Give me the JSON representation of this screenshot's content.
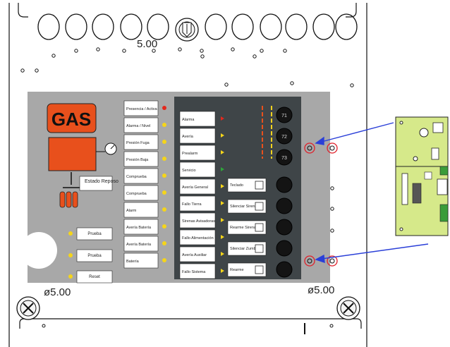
{
  "enclosure": {
    "dim_top": "5.00",
    "dim_bottom_left": "ø5.00",
    "dim_bottom_right": "ø5.00"
  },
  "panel": {
    "gas_label": "GAS",
    "gas_valve_label": "Estado Reposo",
    "left_buttons": [
      "Prueba",
      "Prueba",
      "Reset"
    ],
    "status_rows": [
      {
        "label": "Presencia / Activa",
        "led": "red"
      },
      {
        "label": "Alarma / Nivel",
        "led": "yellow"
      },
      {
        "label": "Presión Fuga",
        "led": "yellow"
      },
      {
        "label": "Presión Baja",
        "led": "yellow"
      },
      {
        "label": "Comprueba",
        "led": "yellow"
      },
      {
        "label": "Comprueba",
        "led": "yellow"
      },
      {
        "label": "Alarm",
        "led": "yellow"
      },
      {
        "label": "Avería Batería",
        "led": "yellow"
      },
      {
        "label": "Avería Batería",
        "led": "yellow"
      },
      {
        "label": "Batería",
        "led": "yellow"
      }
    ],
    "middle_rows": [
      {
        "label": "Alarma",
        "led": "red"
      },
      {
        "label": "Avería",
        "led": "yellow"
      },
      {
        "label": "Prealarm",
        "led": "yellow"
      },
      {
        "label": "Servicio",
        "led": "green"
      },
      {
        "label": "Avería General",
        "led": "yellow"
      },
      {
        "label": "Fallo Tierra",
        "led": "yellow"
      },
      {
        "label": "Sirenas Avisadoras",
        "led": "yellow"
      },
      {
        "label": "Fallo Alimentación",
        "led": "yellow"
      },
      {
        "label": "Avería Auxiliar",
        "led": "yellow"
      },
      {
        "label": "Fallo Sistema",
        "led": "yellow"
      }
    ],
    "right_keys": [
      {
        "label": "Teclado"
      },
      {
        "label": "Silenciar Sirenas"
      },
      {
        "label": "Rearme Sirena"
      },
      {
        "label": "Silenciar Zumbador"
      },
      {
        "label": "Rearme"
      }
    ],
    "level_buttons": [
      "71",
      "72",
      "73"
    ]
  },
  "colors": {
    "panel_light": "#a8a8a8",
    "panel_dark": "#3f4548",
    "gas_orange": "#e8501c",
    "pcb_green": "#d6e98a",
    "arrow_blue": "#2a3fd8",
    "highlight_red": "#e0202a"
  }
}
